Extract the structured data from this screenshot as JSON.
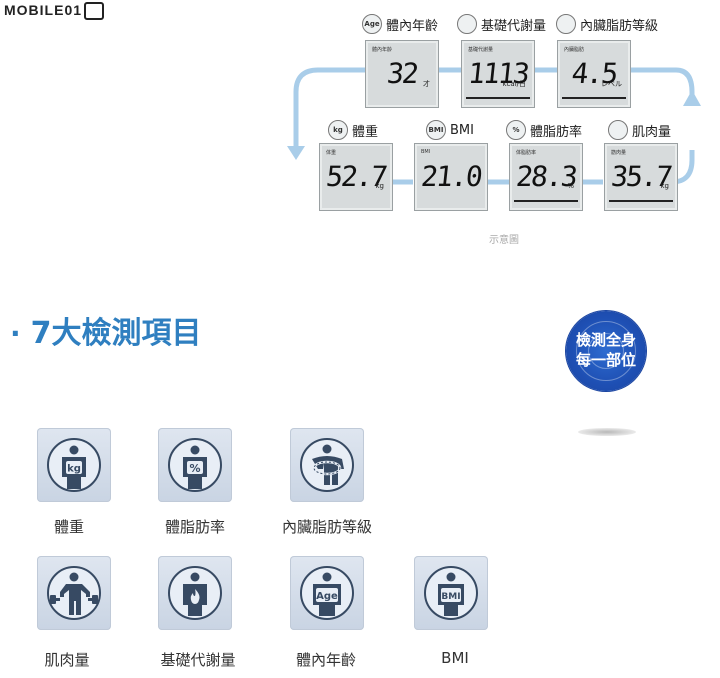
{
  "watermark": "MOBILE01",
  "diagram": {
    "top_row": [
      {
        "label": "體內年齡",
        "icon": "age-icon",
        "icon_text": "Age",
        "screen_title": "體內年齡",
        "value": "32",
        "unit": "才"
      },
      {
        "label": "基礎代謝量",
        "icon": "metabolism-icon",
        "icon_text": "",
        "screen_title": "基礎代謝量",
        "value": "1113",
        "unit": "kcal/日"
      },
      {
        "label": "內臟脂肪等級",
        "icon": "visceral-fat-icon",
        "icon_text": "",
        "screen_title": "內臟脂肪",
        "value": "4.5",
        "unit": "レベル"
      }
    ],
    "bottom_row": [
      {
        "label": "體重",
        "icon": "kg-icon",
        "icon_text": "kg",
        "screen_title": "体重",
        "value": "52.7",
        "unit": "kg"
      },
      {
        "label": "BMI",
        "icon": "bmi-icon",
        "icon_text": "BMI",
        "screen_title": "BMI",
        "value": "21.0",
        "unit": ""
      },
      {
        "label": "體脂肪率",
        "icon": "percent-icon",
        "icon_text": "%",
        "screen_title": "体脂肪率",
        "value": "28.3",
        "unit": "%"
      },
      {
        "label": "肌肉量",
        "icon": "muscle-icon",
        "icon_text": "",
        "screen_title": "筋肉量",
        "value": "35.7",
        "unit": "kg"
      }
    ],
    "note": "示意圖",
    "arrow_color": "#7fb6e0"
  },
  "section": {
    "bullet": "·",
    "title": "7大檢測項目",
    "title_color": "#2f7fc0"
  },
  "badge": {
    "line1": "檢測全身",
    "line2": "每一部位",
    "color": "#1e4fb3"
  },
  "items": [
    {
      "label": "體重",
      "icon": "kg-icon",
      "glyph": "kg"
    },
    {
      "label": "體脂肪率",
      "icon": "percent-icon",
      "glyph": "%"
    },
    {
      "label": "內臟脂肪等級",
      "icon": "visceral-fat-icon",
      "glyph": ""
    },
    {
      "label": "肌肉量",
      "icon": "muscle-icon",
      "glyph": ""
    },
    {
      "label": "基礎代謝量",
      "icon": "metabolism-icon",
      "glyph": ""
    },
    {
      "label": "體內年齡",
      "icon": "age-icon",
      "glyph": "Age"
    },
    {
      "label": "BMI",
      "icon": "bmi-icon",
      "glyph": "BMI"
    }
  ]
}
